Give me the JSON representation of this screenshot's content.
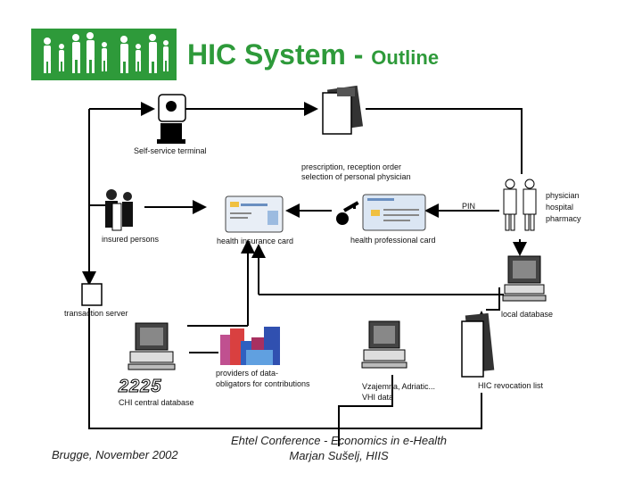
{
  "header": {
    "title": "HIC System",
    "separator": "-",
    "subtitle": "Outline"
  },
  "nodes": {
    "self_service_terminal": "Self-service  terminal",
    "prescription": "prescription,  reception  order",
    "selection": "selection  of  personal  physician",
    "insured_persons": "insured  persons",
    "health_insurance_card": "health  insurance  card",
    "health_professional_card": "health  professional  card",
    "pin": "PIN",
    "physician": "physician",
    "hospital": "hospital",
    "pharmacy": "pharmacy",
    "transaction_server": "transaction  server",
    "local_database": "local  database",
    "providers_line1": "providers  of  data-",
    "providers_line2": "obligators  for  contributions",
    "vzajemna": "Vzajemna,  Adriatic...",
    "vhi_data": "VHI  data",
    "hic_revocation_list": "HIC  revocation  list",
    "chi_logo": "2225",
    "chi_central_database": "CHI  central  database"
  },
  "footer": {
    "left": "Brugge, November 2002",
    "center_line1": "Ehtel Conference - Economics in e-Health",
    "center_line2": "Marjan Sušelj, HIIS"
  },
  "colors": {
    "brand_green": "#2e9a3a",
    "line": "#000000"
  }
}
